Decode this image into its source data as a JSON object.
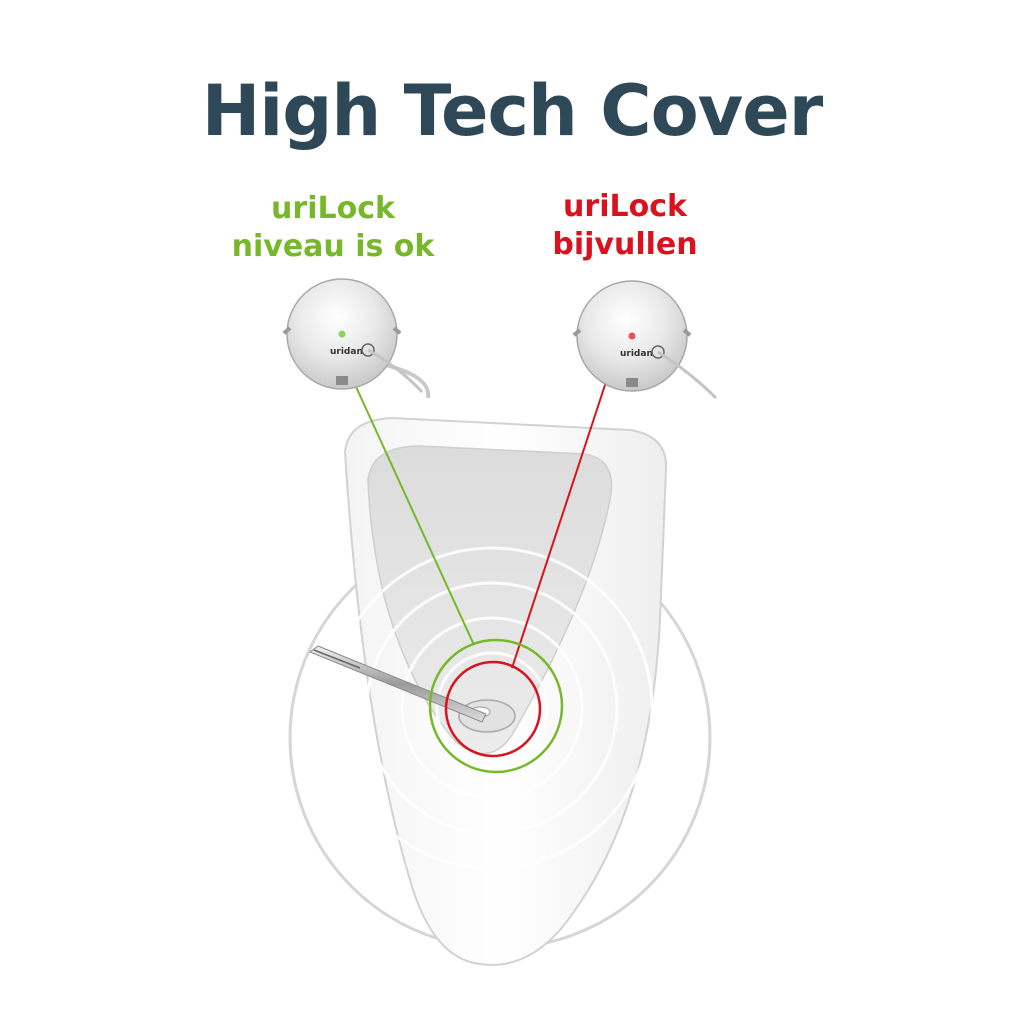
{
  "title": "High Tech Cover",
  "status_ok": {
    "line1": "uriLock",
    "line2": "niveau is ok",
    "color": "#77b82a",
    "led_color": "#8fd45a"
  },
  "status_refill": {
    "line1": "uriLock",
    "line2": "bijvullen",
    "color": "#d9121f",
    "led_color": "#e8505a"
  },
  "cover_brand": "uridan",
  "title_color": "#2f4858",
  "icons": [
    "urinal-illustration",
    "cover-device-icon",
    "sensor-probe-icon"
  ]
}
